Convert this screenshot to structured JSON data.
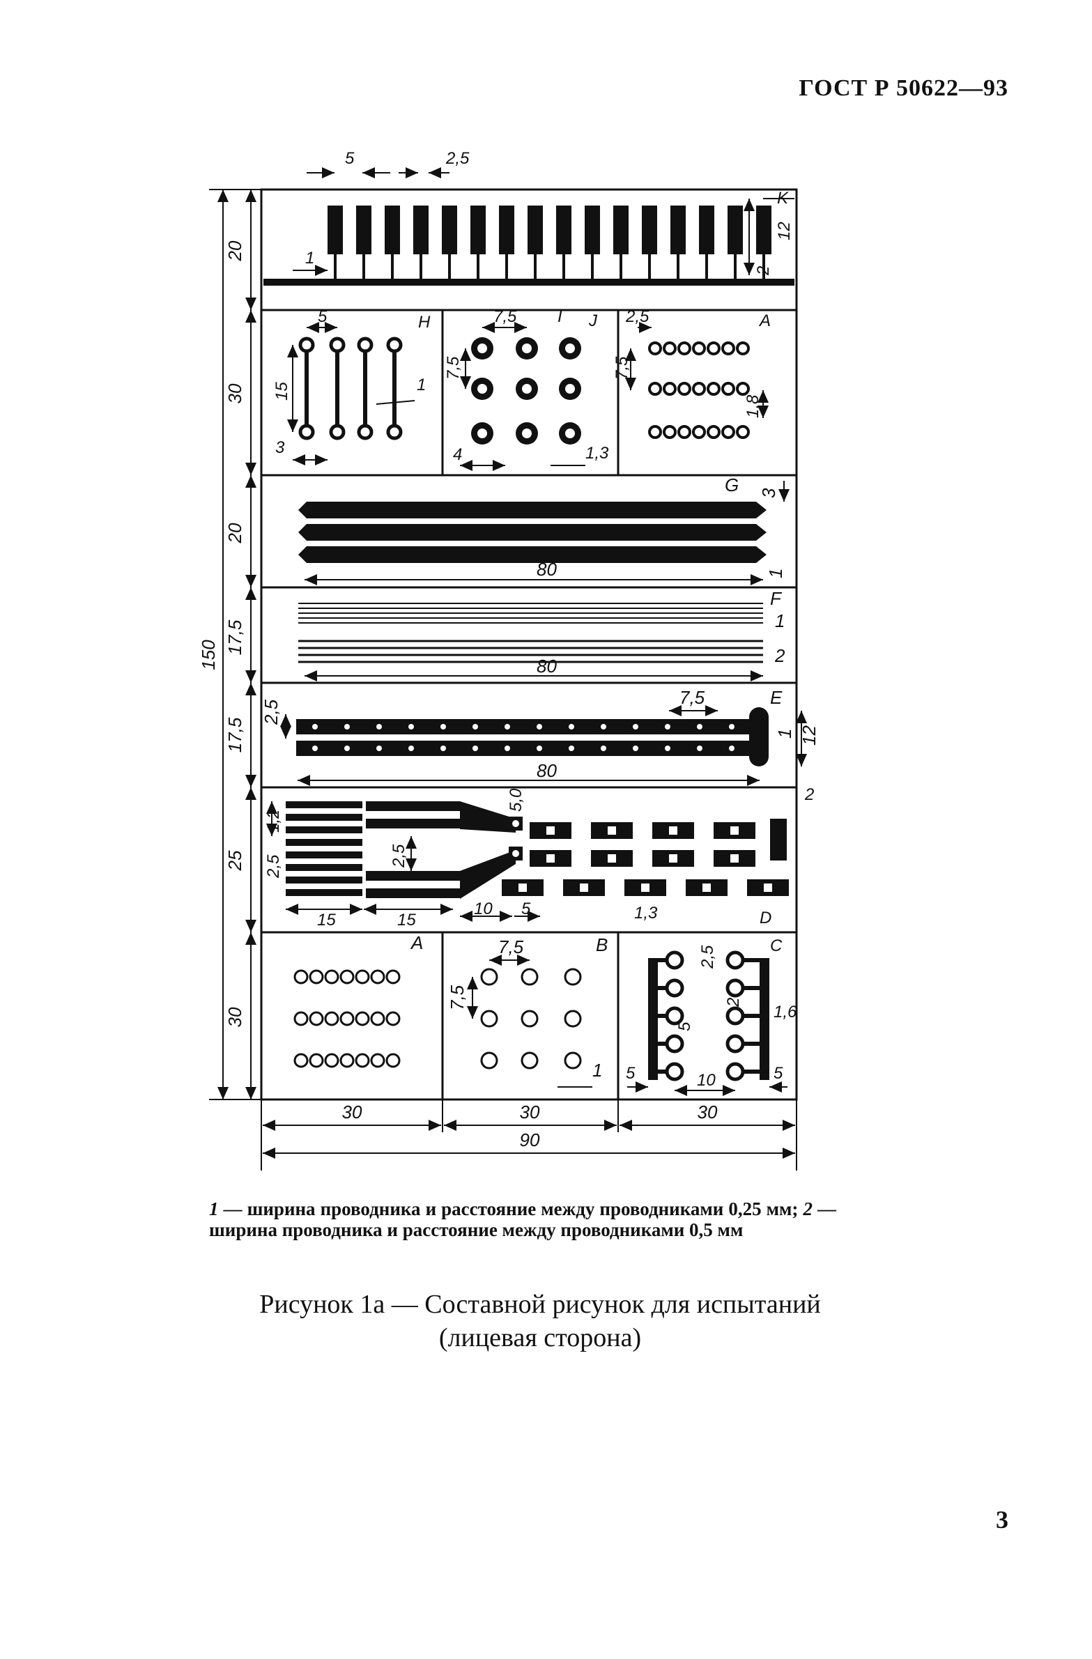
{
  "header": {
    "standard": "ГОСТ Р 50622—93"
  },
  "page_number": "3",
  "figure": {
    "sections": {
      "K": "K",
      "H": "H",
      "I": "I",
      "J": "J",
      "A_top": "A",
      "G": "G",
      "F": "F",
      "E": "E",
      "D": "D",
      "A_bottom": "A",
      "B": "B",
      "C": "C"
    },
    "left_dimensions": [
      "20",
      "30",
      "20",
      "17,5",
      "17,5",
      "25",
      "30"
    ],
    "total_height": "150",
    "bottom_dimensions": [
      "30",
      "30",
      "30"
    ],
    "total_width": "90",
    "inner_dimensions": {
      "k_pitch": "5",
      "k_gap": "2,5",
      "k_width": "1",
      "k_len": "5",
      "k_total": "12",
      "k_two": "2",
      "h_pitch": "5",
      "h_len": "15",
      "h_w": "1",
      "h_three": "3",
      "j_pitch": "7,5",
      "j_v": "7,5",
      "j_four": "4",
      "j_13": "1,3",
      "a_pitch": "2,5",
      "a_v": "7,5",
      "a_18": "1,8",
      "g_three": "3",
      "g_80": "80",
      "g_one": "1",
      "f_80": "80",
      "f_1": "1",
      "f_2": "2",
      "e_25": "2,5",
      "e_75": "7,5",
      "e_80": "80",
      "e_one": "1",
      "e_12": "12",
      "d_12": "1,2",
      "d_25a": "2,5",
      "d_25b": "2,5",
      "d_50": "5,0",
      "d_two": "2",
      "d_15a": "15",
      "d_15b": "15",
      "d_10": "10",
      "d_5": "5",
      "d_13": "1,3",
      "b_75a": "7,5",
      "b_75b": "7,5",
      "b_1": "1",
      "c_25": "2,5",
      "c_2": "2",
      "c_5a": "5",
      "c_16": "1,6",
      "c_5b": "5",
      "c_10": "10",
      "c_5c": "5"
    }
  },
  "note": {
    "n1": "1",
    "t1": " — ширина проводника и расстояние между проводниками 0,25 мм; ",
    "n2": "2",
    "t2": " — ширина проводника и расстояние между проводниками 0,5 мм"
  },
  "caption": "Рисунок 1а — Составной рисунок для испытаний (лицевая сторона)"
}
